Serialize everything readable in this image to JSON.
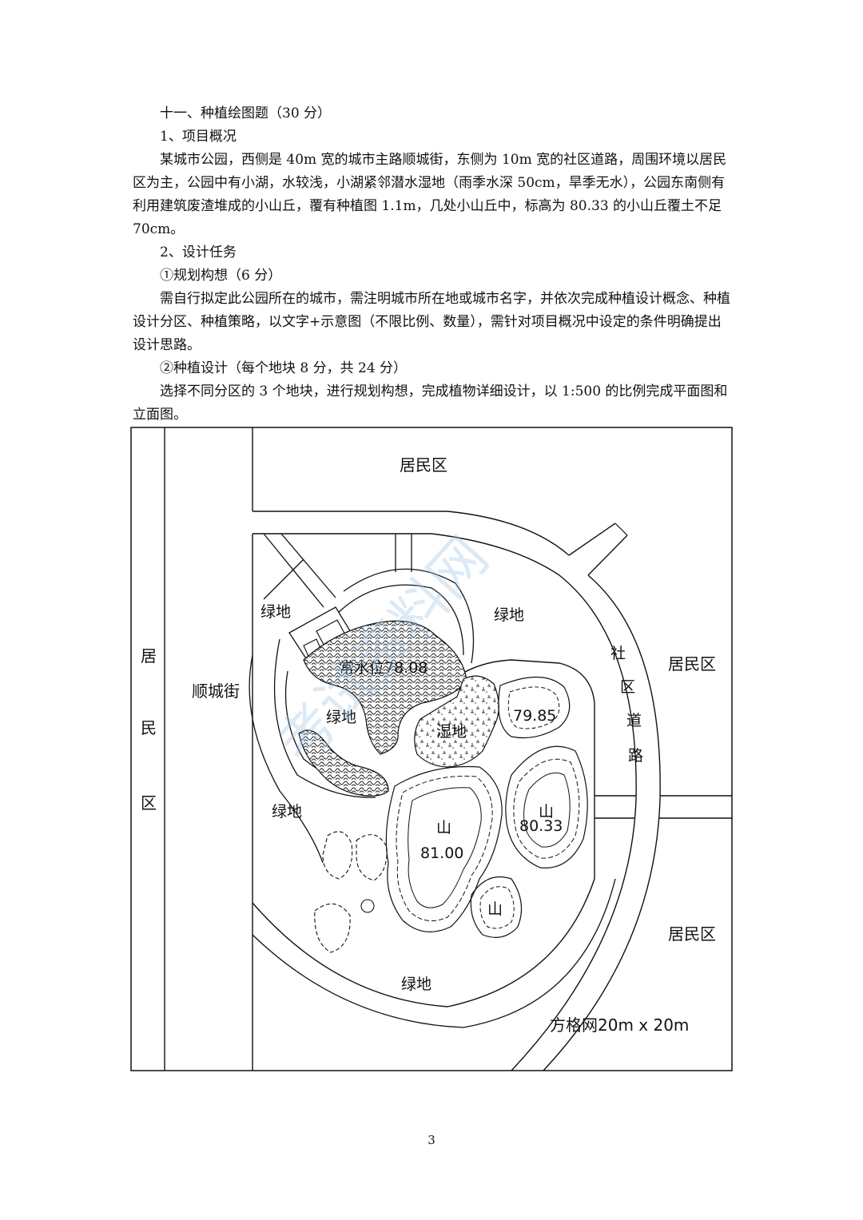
{
  "question": {
    "title": "十一、种植绘图题（30 分）",
    "overview_heading": "1、项目概况",
    "overview_text": "某城市公园，西侧是 40m 宽的城市主路顺城街，东侧为 10m 宽的社区道路，周围环境以居民区为主，公园中有小湖，水较浅，小湖紧邻潜水湿地（雨季水深 50cm，旱季无水），公园东南侧有利用建筑废渣堆成的小山丘，覆有种植图 1.1m，几处小山丘中，标高为 80.33 的小山丘覆土不足 70cm。",
    "task_heading": "2、设计任务",
    "task1_heading": "①规划构想（6 分）",
    "task1_text": "需自行拟定此公园所在的城市，需注明城市所在地或城市名字，并依次完成种植设计概念、种植设计分区、种植策略，以文字+示意图（不限比例、数量），需针对项目概况中设定的条件明确提出设计思路。",
    "task2_heading": "②种植设计（每个地块 8 分，共 24 分）",
    "task2_text": "选择不同分区的 3 个地块，进行规划构想，完成植物详细设计，以 1:500 的比例完成平面图和立面图。"
  },
  "map": {
    "residential_north": "居民区",
    "residential_west": "居民区",
    "residential_east_upper": "居民区",
    "residential_east_lower": "居民区",
    "street_west": "顺城街",
    "road_east": "社区道路",
    "green_nw": "绿地",
    "green_north": "绿地",
    "green_center": "绿地",
    "green_west": "绿地",
    "green_south": "绿地",
    "water_level": "常水位78.08",
    "wetland": "湿地",
    "hill_small_elev": "79.85",
    "hill_big_char": "山",
    "hill_big_elev": "81.00",
    "hill_east_char": "山",
    "hill_east_elev": "80.33",
    "hill_south_char": "山",
    "grid_note": "方格网20m x 20m"
  },
  "watermark": "考试资料网",
  "page_number": "3"
}
